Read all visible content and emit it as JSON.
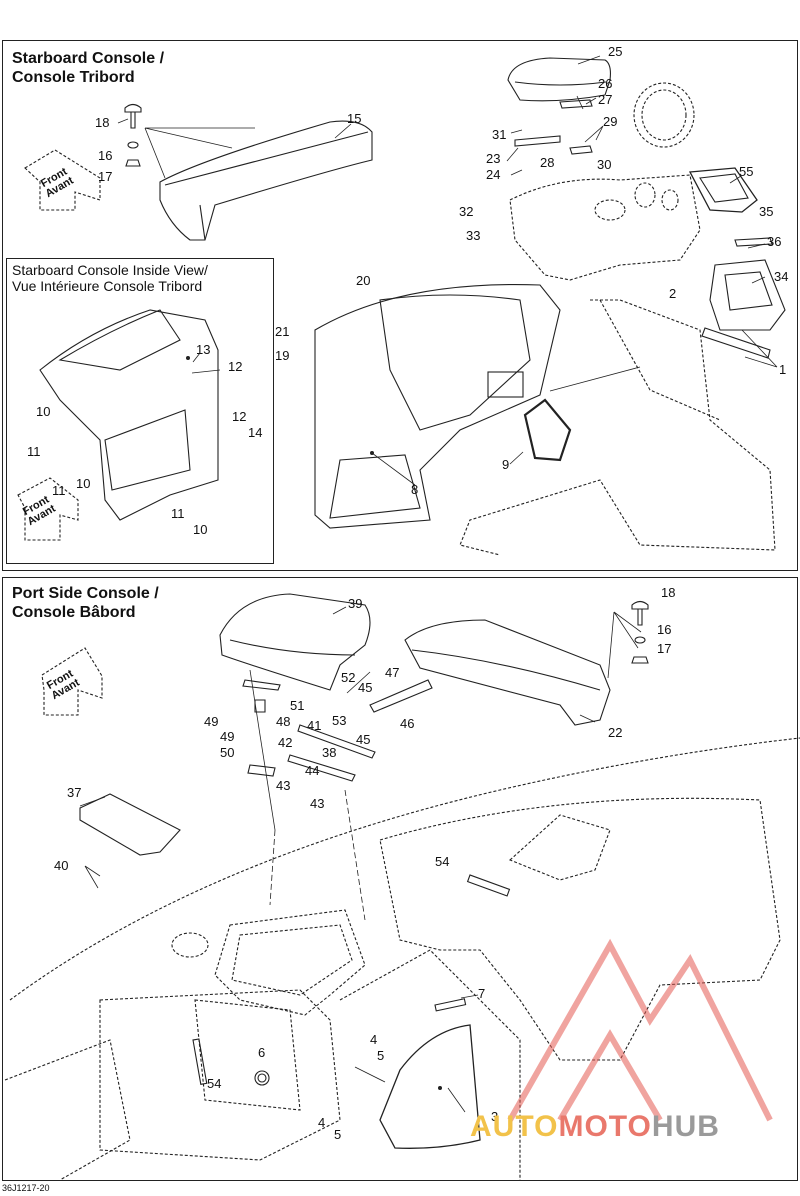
{
  "starboard_section": {
    "title_line1": "Starboard Console /",
    "title_line2": "Console Tribord",
    "inset_title_line1": "Starboard Console Inside View/",
    "inset_title_line2": "Vue Intérieure Console Tribord",
    "front_label_1": "Front",
    "front_label_2": "Avant",
    "inset_front_label_1": "Front",
    "inset_front_label_2": "Avant"
  },
  "port_section": {
    "title_line1": "Port Side Console /",
    "title_line2": "Console Bâbord",
    "front_label_1": "Front",
    "front_label_2": "Avant"
  },
  "callouts": {
    "c25": "25",
    "c26": "26",
    "c27": "27",
    "c29": "29",
    "c31": "31",
    "c23": "23",
    "c28": "28",
    "c30": "30",
    "c24": "24",
    "c55": "55",
    "c32": "32",
    "c35": "35",
    "c33": "33",
    "c36": "36",
    "c34": "34",
    "c2": "2",
    "c1": "1",
    "c15": "15",
    "c18": "18",
    "c16": "16",
    "c17": "17",
    "c20": "20",
    "c21": "21",
    "c19": "19",
    "c9": "9",
    "c8": "8",
    "c13": "13",
    "c12a": "12",
    "c10a": "10",
    "c12b": "12",
    "c14": "14",
    "c11a": "11",
    "c11b": "11",
    "c10b": "10",
    "c11c": "11",
    "c10c": "10",
    "p39": "39",
    "p18": "18",
    "p16": "16",
    "p17": "17",
    "p52": "52",
    "p47": "47",
    "p45a": "45",
    "p51": "51",
    "p49a": "49",
    "p48": "48",
    "p41": "41",
    "p53": "53",
    "p46": "46",
    "p49b": "49",
    "p42": "42",
    "p38": "38",
    "p45b": "45",
    "p50": "50",
    "p44": "44",
    "p43a": "43",
    "p43b": "43",
    "p22": "22",
    "p37": "37",
    "p40": "40",
    "p54a": "54",
    "p7": "7",
    "p4a": "4",
    "p5a": "5",
    "p6": "6",
    "p54b": "54",
    "p3": "3",
    "p4b": "4",
    "p5b": "5"
  },
  "reference_code": "36J1217-20",
  "watermark": {
    "part1": "AUTO",
    "part2": "MOTO",
    "part3": "HUB",
    "color1": "#f2c24a",
    "color2": "#e9786c",
    "color3": "#9a9a9a"
  }
}
